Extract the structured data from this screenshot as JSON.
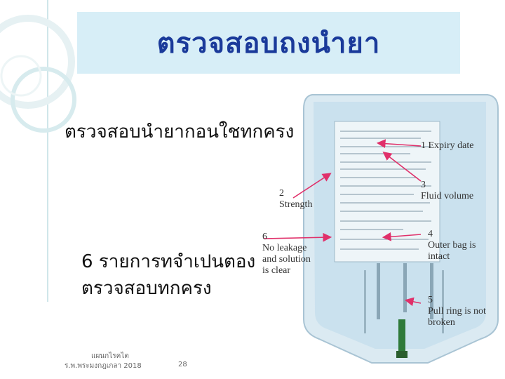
{
  "slide": {
    "title": "ตรวจสอบถงนำยา",
    "line1": "ตรวจสอบนำยากอนใชทกครง",
    "line2": "6 รายการทจำเปนตอง",
    "line3": "ตรวจสอบทกครง",
    "page_number": "28"
  },
  "footer": {
    "author": "แผนกไรคไต",
    "org_date": "ร.พ.พระมงกฎเกลา 2018"
  },
  "labels": [
    {
      "num": "1",
      "text": "Expiry date"
    },
    {
      "num": "2",
      "text": "Strength"
    },
    {
      "num": "3",
      "text": "Fluid volume"
    },
    {
      "num": "4",
      "text": "Outer bag is intact"
    },
    {
      "num": "5",
      "text": "Pull ring is not broken"
    },
    {
      "num": "6",
      "text": "No leakage and solution is clear"
    }
  ],
  "colors": {
    "title_bg": "#d7eef7",
    "title_text": "#1a3a9a",
    "arrow": "#e0306a",
    "bag": "#cfe4ef"
  }
}
